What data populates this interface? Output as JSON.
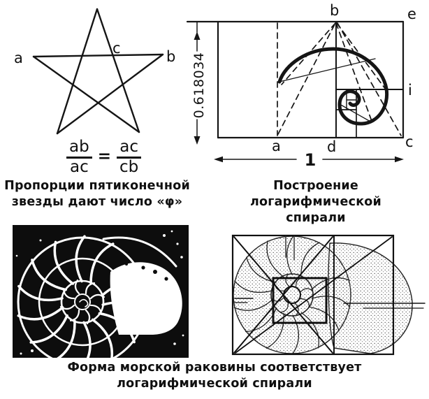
{
  "figures": {
    "pentagram": {
      "label_a": "a",
      "label_b": "b",
      "label_c": "c",
      "formula": {
        "f1_num": "ab",
        "f1_den": "ac",
        "equals": "=",
        "f2_num": "ac",
        "f2_den": "cb"
      },
      "caption": [
        "Пропорции пятиконечной",
        "звезды дают число «φ»"
      ]
    },
    "spiral_construction": {
      "label_a": "a",
      "label_b": "b",
      "label_c": "c",
      "label_d": "d",
      "label_e": "e",
      "label_i": "i",
      "height_dimension": "0.618034",
      "width_dimension": "1",
      "caption": [
        "Построение логарифмической",
        "спирали"
      ]
    },
    "shell": {
      "caption": [
        "Форма морской раковины соответствует",
        "логарифмической спирали"
      ]
    }
  },
  "colors": {
    "ink": "#111111",
    "paper": "#ffffff",
    "photo_background": "#0d0d0d"
  }
}
